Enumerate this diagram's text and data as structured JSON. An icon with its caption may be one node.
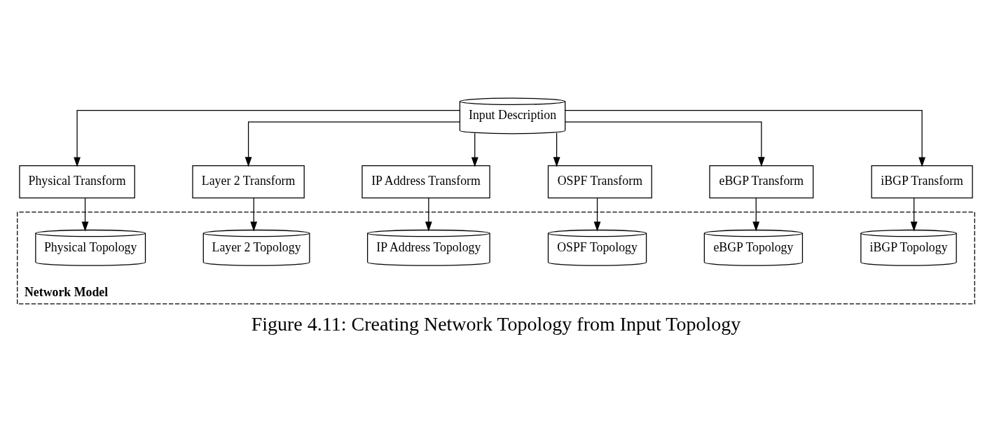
{
  "diagram": {
    "caption": "Figure 4.11: Creating Network Topology from Input Topology",
    "nodes": [
      {
        "text": [
          "Input Description"
        ]
      },
      {
        "text": [
          "Physical Transform"
        ]
      },
      {
        "text": [
          "Layer 2 Transform"
        ]
      },
      {
        "text": [
          "IP Address Transform"
        ]
      },
      {
        "text": [
          "OSPF Transform"
        ]
      },
      {
        "text": [
          "eBGP Transform"
        ]
      },
      {
        "text": [
          "iBGP Transform"
        ]
      },
      {
        "text": [
          "Network Model"
        ]
      },
      {
        "text": [
          "Physical Topology"
        ],
        "in": 7
      },
      {
        "text": [
          "Layer 2 Topology"
        ],
        "in": 7
      },
      {
        "text": [
          "IP Address Topology"
        ],
        "in": 7
      },
      {
        "text": [
          "OSPF Topology"
        ],
        "in": 7
      },
      {
        "text": [
          "eBGP Topology"
        ],
        "in": 7
      },
      {
        "text": [
          "iBGP Topology"
        ],
        "in": 7
      }
    ],
    "edges": [
      {
        "from": 0,
        "to": 1,
        "arrow": "to"
      },
      {
        "from": 0,
        "to": 2,
        "arrow": "to"
      },
      {
        "from": 0,
        "to": 3,
        "arrow": "to"
      },
      {
        "from": 0,
        "to": 4,
        "arrow": "to"
      },
      {
        "from": 0,
        "to": 5,
        "arrow": "to"
      },
      {
        "from": 0,
        "to": 6,
        "arrow": "to"
      },
      {
        "from": 1,
        "to": 8,
        "arrow": "to"
      },
      {
        "from": 2,
        "to": 9,
        "arrow": "to"
      },
      {
        "from": 3,
        "to": 10,
        "arrow": "to"
      },
      {
        "from": 4,
        "to": 11,
        "arrow": "to"
      },
      {
        "from": 5,
        "to": 12,
        "arrow": "to"
      },
      {
        "from": 6,
        "to": 13,
        "arrow": "to"
      }
    ]
  }
}
